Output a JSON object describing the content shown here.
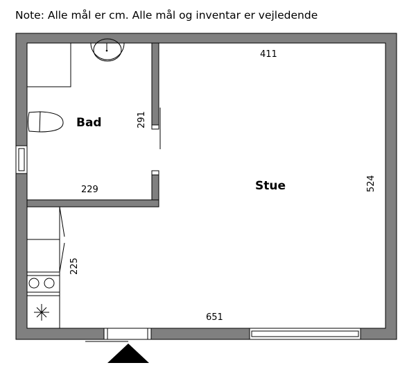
{
  "note": "Note: Alle mål er cm. Alle mål og inventar er vejledende",
  "rooms": {
    "bad": {
      "name": "Bad",
      "width_label": "229",
      "height_label": "291"
    },
    "stue": {
      "name": "Stue",
      "width_label": "411",
      "height_label": "524"
    },
    "kitchen": {
      "length_label": "225"
    },
    "overall": {
      "width_label": "651"
    }
  },
  "colors": {
    "wall": "#808080",
    "outline": "#000000"
  }
}
